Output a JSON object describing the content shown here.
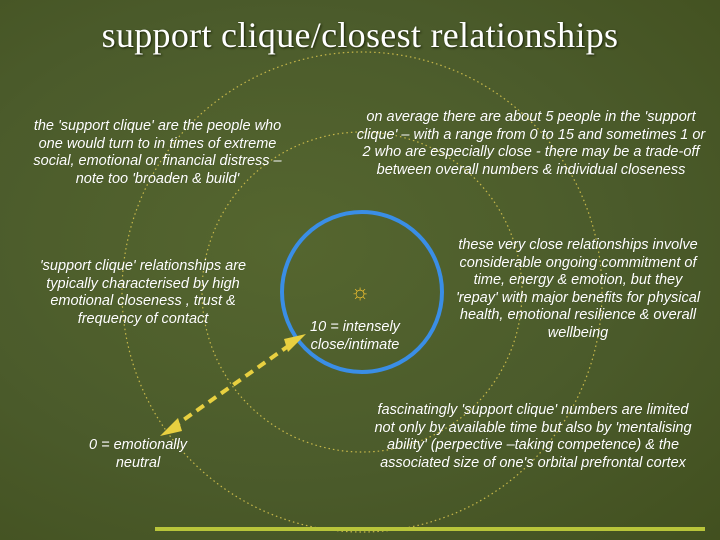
{
  "title": "support clique/closest relationships",
  "left_top_text": "the 'support clique' are the people who one would turn to in times of extreme social, emotional or financial distress – note too 'broaden & build'",
  "left_mid_text": "'support clique' relationships are typically characterised by high emotional closeness , trust & frequency of contact",
  "scale_low_label": "0 = emotionally neutral",
  "scale_high_label": "10 = intensely close/intimate",
  "right_top_text": "on average there are about 5 people in the 'support clique' – with a range from 0 to 15 and sometimes 1 or 2 who are especially close - there may be a trade-off between overall numbers & individual closeness",
  "right_mid_text": "these very close relationships involve considerable ongoing commitment of time, energy & emotion, but they 'repay' with major benefits for physical health, emotional resilience & overall wellbeing",
  "right_bottom_text": "fascinatingly 'support clique' numbers are limited not only by available time but also by 'mentalising ability' (perpective –taking competence) & the associated size of one's orbital prefrontal cortex",
  "center_icon": "sun-icon",
  "colors": {
    "background": "#4b5b2b",
    "inner_circle": "#3a8ee6",
    "dotted_circles": "#c8b84a",
    "arrow": "#e8d040",
    "bottom_bar": "#b8c53a"
  }
}
